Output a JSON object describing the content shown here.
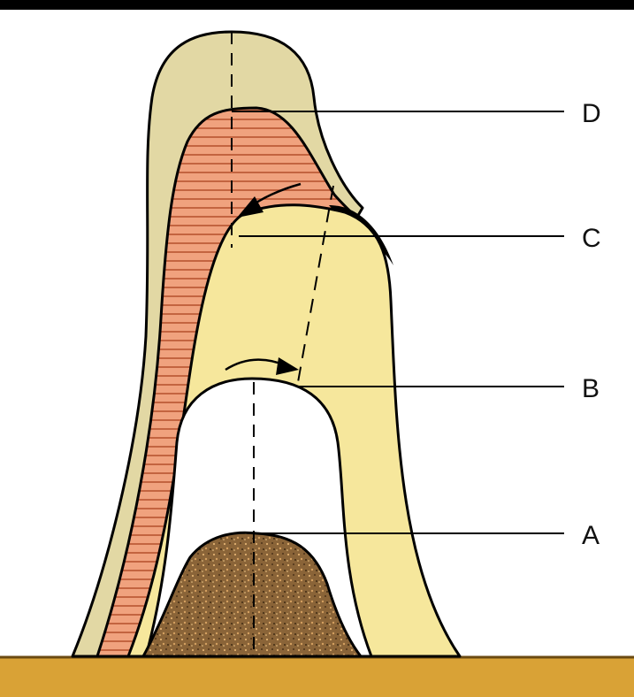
{
  "labels": {
    "d": "D",
    "c": "C",
    "b": "B",
    "a": "A"
  },
  "colors": {
    "top_band": "#000000",
    "ground": "#D9A236",
    "ground_line": "#6b4a12",
    "outer_layer": "#E2D8A4",
    "hatched_layer": "#F0A27E",
    "hatch_lines": "#B04A25",
    "inner_layer": "#F6E79C",
    "cavity": "#ffffff",
    "core": "#8A6438",
    "outline": "#000000"
  }
}
